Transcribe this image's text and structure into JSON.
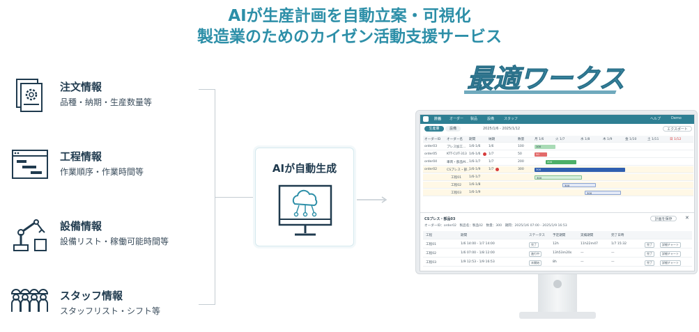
{
  "headline": {
    "line1": "AIが生産計画を自動立案・可視化",
    "line2": "製造業のためのカイゼン活動支援サービス"
  },
  "inputs": [
    {
      "title": "注文情報",
      "subtitle": "品種・納期・生産数量等",
      "icon": "order-document-gear-icon"
    },
    {
      "title": "工程情報",
      "subtitle": "作業順序・作業時間等",
      "icon": "process-gantt-icon"
    },
    {
      "title": "設備情報",
      "subtitle": "設備リスト・稼働可能時間等",
      "icon": "robot-arm-icon"
    },
    {
      "title": "スタッフ情報",
      "subtitle": "スタッフリスト・シフト等",
      "icon": "workers-helmet-icon"
    }
  ],
  "ai_box": {
    "label": "AIが自動生成",
    "icon": "cloud-network-monitor-icon"
  },
  "logo": {
    "text": "最適ワークス"
  },
  "app": {
    "nav": [
      "計画",
      "オーダー",
      "製品",
      "設備",
      "スタッフ",
      "ヘルプ",
      "Demo"
    ],
    "toolbar": {
      "view_a": "生産量",
      "view_b": "設備",
      "range": "2025/1/6 - 2025/1/12",
      "export": "エクスポート"
    },
    "columns": [
      "オーダーID",
      "オーダー名",
      "期間",
      "納期",
      "数量"
    ],
    "days": [
      "月 1/6",
      "火 1/7",
      "水 1/8",
      "木 1/9",
      "金 1/10",
      "土 1/11",
      "日 1/12"
    ],
    "rows": [
      {
        "id": "order03",
        "name": "プレス加工...",
        "period": "1/6-1/6",
        "due": "1/6",
        "qty": "100",
        "bar": "100"
      },
      {
        "id": "order05",
        "name": "KTT-CUT-313",
        "period": "1/6-1/6",
        "due": "1/7",
        "qty": "50",
        "bar": "50"
      },
      {
        "id": "order04",
        "name": "車両・部品M...",
        "period": "1/6-1/7",
        "due": "1/7",
        "qty": "200",
        "bar": "200"
      },
      {
        "id": "order02",
        "name": "CSプレス・部...",
        "period": "1/6-1/9",
        "due": "1/7",
        "qty": "300",
        "bar": "300"
      },
      {
        "id": "",
        "name": "工程01",
        "period": "1/6-1/7",
        "due": "",
        "qty": "",
        "bar": "300"
      },
      {
        "id": "",
        "name": "工程02",
        "period": "1/6-1/8",
        "due": "",
        "qty": "",
        "bar": "300"
      },
      {
        "id": "",
        "name": "工程03",
        "period": "1/6-1/9",
        "due": "",
        "qty": "",
        "bar": "300"
      }
    ],
    "detail": {
      "title": "CSプレス・部品03",
      "summary": "オーダーID：order02　製品名：製品02　数量：300　期間：2025/1/6 07:00 - 2025/1/9 16:53",
      "button": "計画を保存",
      "columns": [
        "工程",
        "期間",
        "ステータス",
        "予定期間",
        "実績期間",
        "完了日時"
      ],
      "rows": [
        {
          "step": "工程01",
          "period": "1/6 14:00 - 1/7 14:00",
          "status": "完了",
          "plan": "12h",
          "actual": "11h22m47",
          "done": "1/7 15:32",
          "a": "完了",
          "b": "詳細チャート"
        },
        {
          "step": "工程02",
          "period": "1/6 07:00 - 1/8 12:00",
          "status": "進行中",
          "plan": "13h53m20s",
          "actual": "—",
          "done": "—",
          "a": "完了",
          "b": "詳細チャート"
        },
        {
          "step": "工程03",
          "period": "1/9 12:53 - 1/9 16:53",
          "status": "未開始",
          "plan": "8h",
          "actual": "—",
          "done": "—",
          "a": "完了",
          "b": "詳細チャート"
        }
      ]
    }
  },
  "colors": {
    "accent": "#2d8fa8",
    "appbar": "#2e7f93",
    "bar_green": "#4caf68",
    "bar_blue": "#2f5fb0",
    "alert": "#d63b3b"
  }
}
